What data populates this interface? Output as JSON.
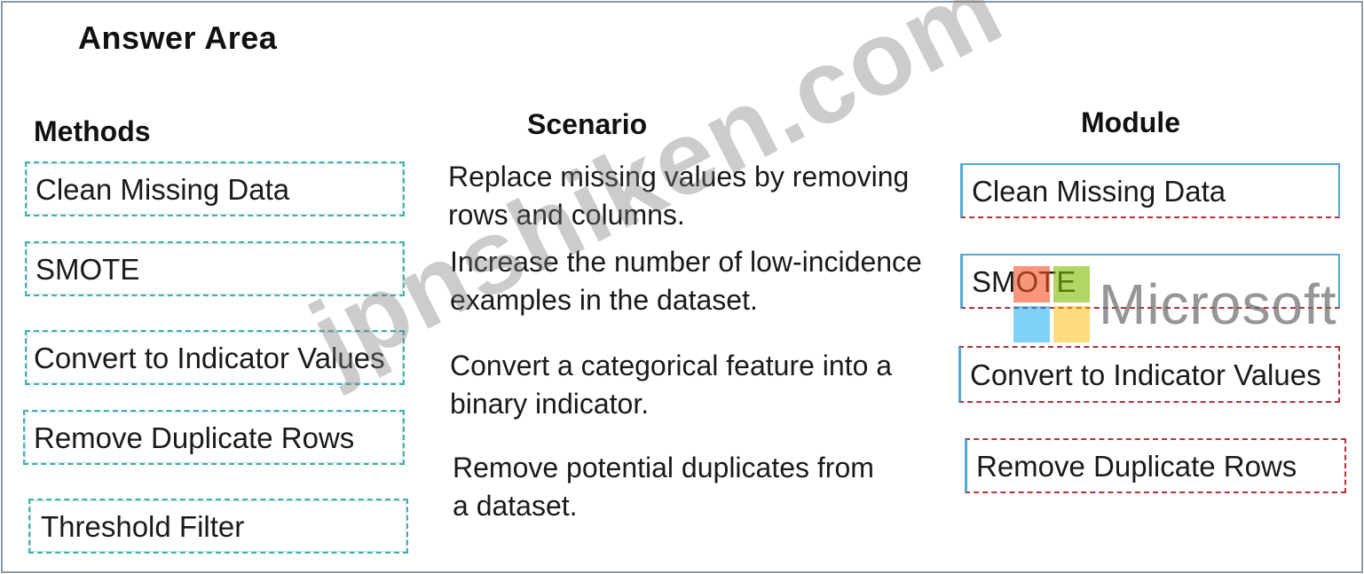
{
  "title": "Answer Area",
  "headers": {
    "methods": "Methods",
    "scenario": "Scenario",
    "module": "Module"
  },
  "methods": [
    "Clean Missing Data",
    "SMOTE",
    "Convert to Indicator Values",
    "Remove Duplicate Rows",
    "Threshold Filter"
  ],
  "scenarios": [
    "Replace missing values by removing\nrows and columns.",
    "Increase the number of low-incidence\nexamples in the dataset.",
    "Convert a categorical feature into a\nbinary indicator.",
    "Remove potential duplicates from\na dataset."
  ],
  "modules": [
    "Clean Missing Data",
    "SMOTE",
    "Convert to Indicator Values",
    "Remove Duplicate Rows"
  ],
  "watermark": {
    "site": "jpnshiken.com",
    "brand": "Microsoft"
  },
  "colors": {
    "method_border": "#3ab3a8",
    "answer_border_blue": "#53a9d6",
    "answer_border_red": "#b5303a",
    "ms_red": "#f25022",
    "ms_green": "#7fba00",
    "ms_blue": "#00a4ef",
    "ms_yellow": "#ffb900"
  }
}
